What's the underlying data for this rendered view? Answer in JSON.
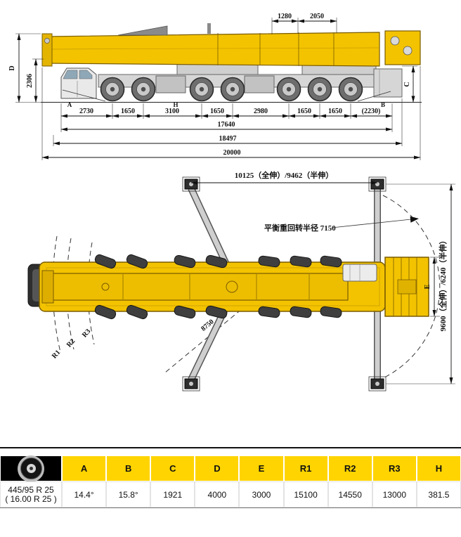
{
  "page": {
    "title": "crane-dimension-drawing"
  },
  "colors": {
    "crane_yellow": "#F3C300",
    "table_header_yellow": "#FFD400"
  },
  "side_view": {
    "top_dims": [
      "1280",
      "2050"
    ],
    "dim_d": "D",
    "dim_2306": "2306",
    "angle_a": "A",
    "angle_b": "B",
    "dim_c": "C",
    "dim_h": "H",
    "axle_dims": [
      "2730",
      "1650",
      "3100",
      "1650",
      "2980",
      "1650",
      "1650",
      "(2230)"
    ],
    "overall_dims": [
      "17640",
      "18497",
      "20000"
    ]
  },
  "top_view": {
    "outrigger_span_horizontal": "10125（全伸）/9462（半伸）",
    "counterweight_radius_note": "平衡重回转半径 7150",
    "radius_labels": [
      "R1",
      "R2",
      "R3"
    ],
    "diagonal_dim": "8750",
    "dim_e": "E",
    "outrigger_span_vertical": "9600（全伸）/6240（半伸）"
  },
  "table": {
    "tire_spec_line1": "445/95 R 25",
    "tire_spec_line2": "( 16.00 R 25 )",
    "columns": [
      "A",
      "B",
      "C",
      "D",
      "E",
      "R1",
      "R2",
      "R3",
      "H"
    ],
    "values": [
      "14.4°",
      "15.8°",
      "1921",
      "4000",
      "3000",
      "15100",
      "14550",
      "13000",
      "381.5"
    ]
  }
}
